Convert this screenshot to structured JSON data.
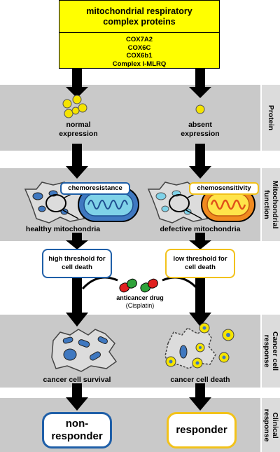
{
  "header": {
    "title": "mitochondrial respiratory complex proteins",
    "proteins": [
      "COX7A2",
      "COX6C",
      "COX6b1",
      "Complex I-MLRQ"
    ]
  },
  "rows": {
    "protein": "Protein",
    "mitochondrial": "Mitochondrial function",
    "cancer_cell": "Cancer cell response",
    "clinical": "Clinical response"
  },
  "left": {
    "expression": "normal expression",
    "state": "chemoresistance",
    "mito_label": "healthy mitochondria",
    "threshold": "high threshold for cell death",
    "outcome": "cancer cell survival",
    "clinical": "non-responder"
  },
  "right": {
    "expression": "absent expression",
    "state": "chemosensitivity",
    "mito_label": "defective mitochondria",
    "threshold": "low threshold for cell death",
    "outcome": "cancer cell death",
    "clinical": "responder"
  },
  "drug": {
    "name": "anticancer drug",
    "example": "(Cisplatin)"
  },
  "colors": {
    "band": "#c9c9c9",
    "header_fill": "#ffff00",
    "left_accent": "#1f5fa8",
    "right_accent": "#f2c21a",
    "mito_blue": "#3f78c0",
    "mito_inner": "#7fd2e8",
    "mito_orange": "#f08a20",
    "drug_red": "#e02020",
    "drug_green": "#2fa23a"
  }
}
